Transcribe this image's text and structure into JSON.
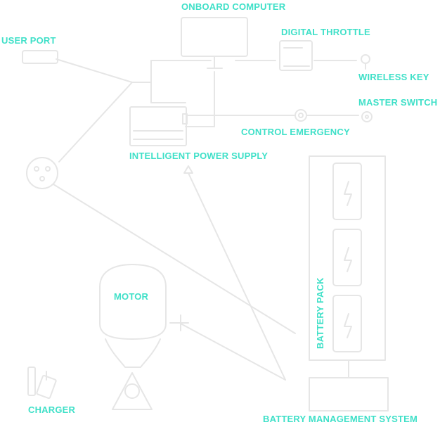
{
  "labels": {
    "onboard_computer": "ONBOARD COMPUTER",
    "digital_throttle": "DIGITAL THROTTLE",
    "user_port": "USER PORT",
    "wireless_key": "WIRELESS KEY",
    "master_switch": "MASTER SWITCH",
    "control_emergency": "CONTROL EMERGENCY",
    "intelligent_power_supply": "INTELLIGENT POWER SUPPLY",
    "motor": "MOTOR",
    "battery_pack": "BATTERY PACK",
    "charger": "CHARGER",
    "battery_management_system": "BATTERY MANAGEMENT SYSTEM"
  },
  "colors": {
    "label": "#3fe0c8",
    "line": "#e6e6e6",
    "background": "#ffffff"
  }
}
